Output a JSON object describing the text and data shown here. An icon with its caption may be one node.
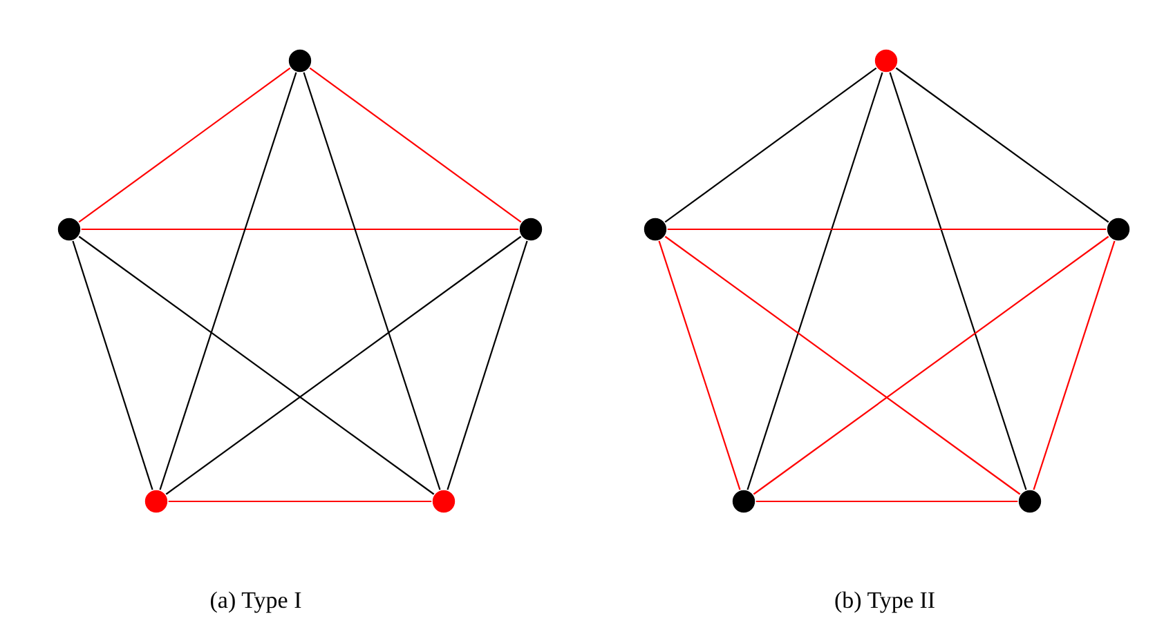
{
  "diagram": {
    "nodes": [
      {
        "text": [],
        "shape": "circle"
      },
      {
        "text": [],
        "shape": "circle"
      },
      {
        "text": [],
        "shape": "circle"
      },
      {
        "text": [],
        "shape": "circle"
      },
      {
        "text": [],
        "shape": "circle"
      },
      {
        "text": [],
        "shape": "circle"
      },
      {
        "text": [],
        "shape": "circle"
      },
      {
        "text": [],
        "shape": "circle"
      },
      {
        "text": [],
        "shape": "circle"
      },
      {
        "text": [],
        "shape": "circle"
      }
    ],
    "edges": [
      {
        "from": 0,
        "to": 1,
        "arrow": "none",
        "color": "#ff0000"
      },
      {
        "from": 0,
        "to": 2,
        "arrow": "none",
        "color": "#ff0000"
      },
      {
        "from": 1,
        "to": 2,
        "arrow": "none",
        "color": "#ff0000"
      },
      {
        "from": 3,
        "to": 4,
        "arrow": "none",
        "color": "#ff0000"
      },
      {
        "from": 0,
        "to": 3,
        "arrow": "none",
        "color": "#000000"
      },
      {
        "from": 0,
        "to": 4,
        "arrow": "none",
        "color": "#000000"
      },
      {
        "from": 1,
        "to": 3,
        "arrow": "none",
        "color": "#000000"
      },
      {
        "from": 1,
        "to": 4,
        "arrow": "none",
        "color": "#000000"
      },
      {
        "from": 2,
        "to": 3,
        "arrow": "none",
        "color": "#000000"
      },
      {
        "from": 2,
        "to": 4,
        "arrow": "none",
        "color": "#000000"
      },
      {
        "from": 5,
        "to": 6,
        "arrow": "none",
        "color": "#000000"
      },
      {
        "from": 5,
        "to": 7,
        "arrow": "none",
        "color": "#000000"
      },
      {
        "from": 5,
        "to": 8,
        "arrow": "none",
        "color": "#000000"
      },
      {
        "from": 5,
        "to": 9,
        "arrow": "none",
        "color": "#000000"
      },
      {
        "from": 6,
        "to": 7,
        "arrow": "none",
        "color": "#ff0000"
      },
      {
        "from": 6,
        "to": 8,
        "arrow": "none",
        "color": "#ff0000"
      },
      {
        "from": 6,
        "to": 9,
        "arrow": "none",
        "color": "#ff0000"
      },
      {
        "from": 7,
        "to": 8,
        "arrow": "none",
        "color": "#ff0000"
      },
      {
        "from": 7,
        "to": 9,
        "arrow": "none",
        "color": "#ff0000"
      },
      {
        "from": 8,
        "to": 9,
        "arrow": "none",
        "color": "#ff0000"
      }
    ],
    "labels": [
      "(a) Type I",
      "(b) Type II"
    ]
  }
}
